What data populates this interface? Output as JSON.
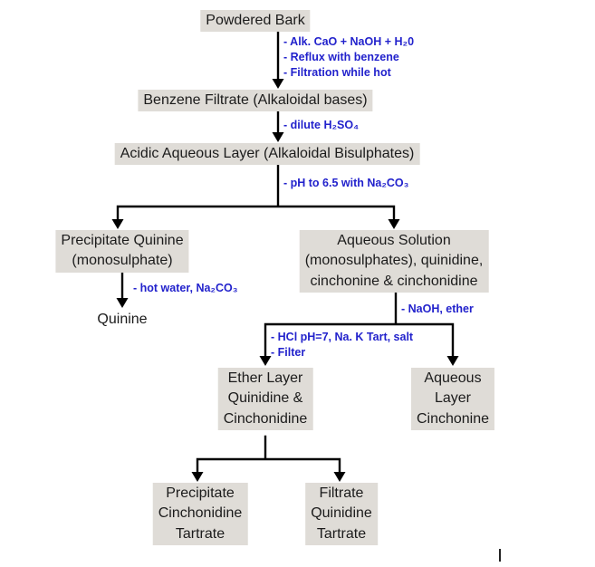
{
  "diagram": {
    "nodes": {
      "powdered_bark": "Powdered Bark",
      "benzene_filtrate": "Benzene Filtrate (Alkaloidal bases)",
      "acidic_aqueous": "Acidic Aqueous Layer (Alkaloidal Bisulphates)",
      "precipitate_quinine": "Precipitate Quinine\n(monosulphate)",
      "quinine": "Quinine",
      "aqueous_solution": "Aqueous Solution\n(monosulphates), quinidine,\ncinchonine & cinchonidine",
      "ether_layer": "Ether Layer\nQuinidine &\nCinchonidine",
      "aqueous_layer": "Aqueous\nLayer\nCinchonine",
      "precipitate_cinchonidine": "Precipitate\nCinchonidine\nTartrate",
      "filtrate_quinidine": "Filtrate\nQuinidine\nTartrate"
    },
    "annotations": {
      "alk_cao": "- Alk. CaO + NaOH + H₂0",
      "reflux": "- Reflux with benzene",
      "filtration": "- Filtration while hot",
      "dilute_h2so4": "- dilute H₂SO₄",
      "ph_na2co3": "- pH to 6.5 with Na₂CO₃",
      "hot_water": "- hot water, Na₂CO₃",
      "naoh_ether": "- NaOH, ether",
      "hcl_tart": "- HCl pH=7, Na. K Tart, salt",
      "filter": "- Filter"
    },
    "colors": {
      "node_bg": "#dfdcd7",
      "annotation": "#2222cc",
      "arrow": "#000000"
    }
  }
}
